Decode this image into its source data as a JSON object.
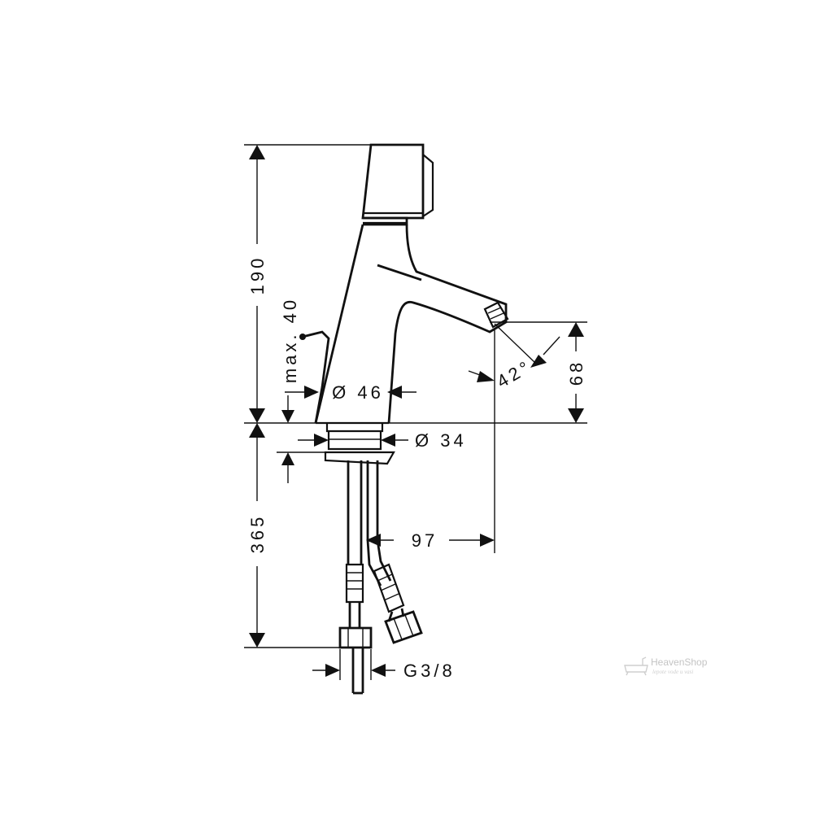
{
  "dimensions": {
    "height_upper": "190",
    "height_lower": "365",
    "max_stroke": "max. 40",
    "body_diameter": "Ø 46",
    "base_diameter": "Ø 34",
    "spout_height": "68",
    "spout_angle": "42°",
    "reach": "97",
    "connection_thread": "G3/8"
  },
  "watermark": {
    "brand": "HeavenShop",
    "tagline": "lepote vode u vasi"
  }
}
